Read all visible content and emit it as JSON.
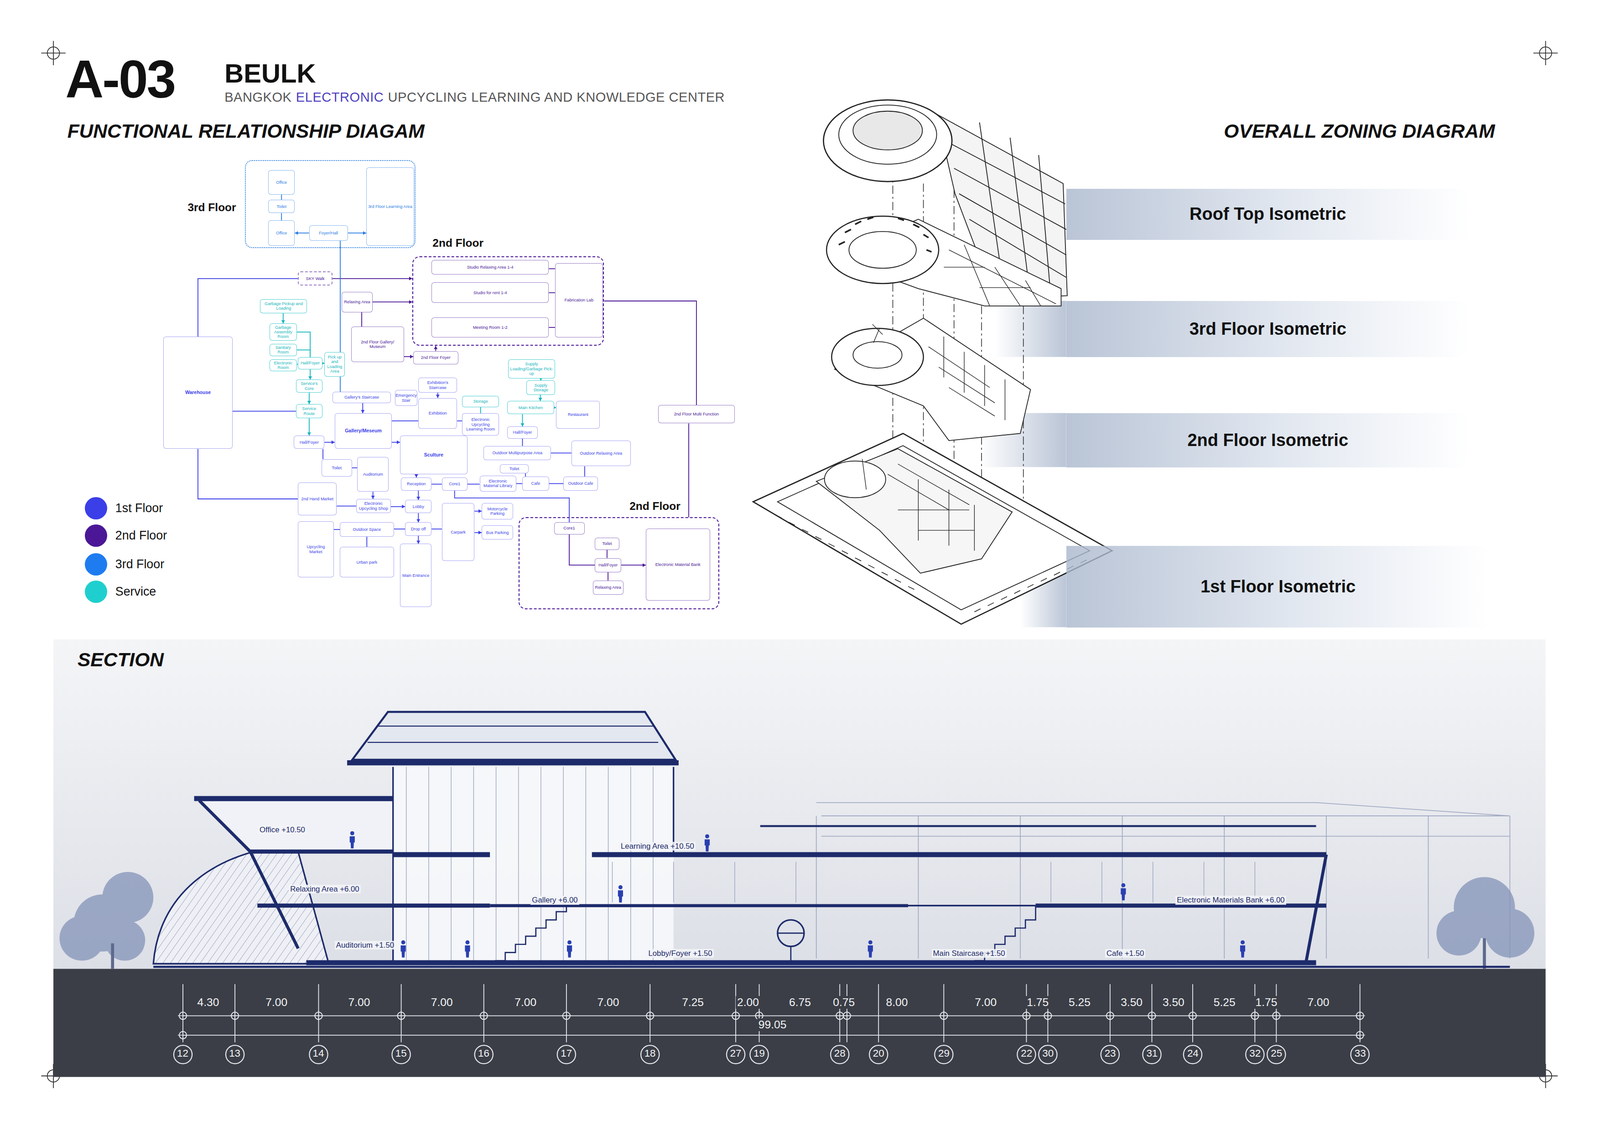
{
  "diagram": {
    "title": "A-03",
    "nodes": [
      {
        "text": [
          "3rd Floor"
        ]
      },
      {
        "text": [
          "Office"
        ],
        "in": 0
      },
      {
        "text": [
          "Toilet"
        ],
        "in": 0
      },
      {
        "text": [
          "Office"
        ],
        "in": 0
      },
      {
        "text": [
          "Foyer/Hall"
        ],
        "in": 0
      },
      {
        "text": [
          "3rd Floor Learning Area"
        ],
        "in": 0
      },
      {
        "text": [
          "2nd Floor"
        ]
      },
      {
        "text": [
          "Studio Relaxing Area 1-4"
        ],
        "in": 6
      },
      {
        "text": [
          "Studio for rent 1-4"
        ],
        "in": 6
      },
      {
        "text": [
          "Meeting Room 1-2"
        ],
        "in": 6
      },
      {
        "text": [
          "Fabrication Lab"
        ],
        "in": 6
      },
      {
        "text": [
          "SKY Walk"
        ]
      },
      {
        "text": [
          "Relaxing Area"
        ]
      },
      {
        "text": [
          "Garbage Pickup and Loading"
        ]
      },
      {
        "text": [
          "Garbage Assembly Room"
        ]
      },
      {
        "text": [
          "2nd Floor Gallery/ Museum"
        ]
      },
      {
        "text": [
          "Sanitary Room"
        ]
      },
      {
        "text": [
          "Hall/Foyer"
        ]
      },
      {
        "text": [
          "Pick up and Loading Area"
        ]
      },
      {
        "text": [
          "2nd Floor Foyer"
        ]
      },
      {
        "text": [
          "Electronic Room"
        ]
      },
      {
        "text": [
          "Supply Loading/Garbage Pick-up"
        ]
      },
      {
        "text": [
          "Service's Core"
        ]
      },
      {
        "text": [
          "Exhibition's Staircase"
        ]
      },
      {
        "text": [
          "Supply Storage"
        ]
      },
      {
        "text": [
          "Warehouse"
        ]
      },
      {
        "text": [
          "Gallery's Staircase"
        ]
      },
      {
        "text": [
          "Emergency Stair"
        ]
      },
      {
        "text": [
          "Storage"
        ]
      },
      {
        "text": [
          "Exhibition"
        ]
      },
      {
        "text": [
          "Main Kitchen"
        ]
      },
      {
        "text": [
          "Restaurant"
        ]
      },
      {
        "text": [
          "2nd Floor Multi Function"
        ]
      },
      {
        "text": [
          "Service Route"
        ]
      },
      {
        "text": [
          "Gallery/Meseum"
        ]
      },
      {
        "text": [
          "Electronic Upcycling Learning Room"
        ]
      },
      {
        "text": [
          "Hall/Foyer"
        ]
      },
      {
        "text": [
          "Hall/Foyer"
        ]
      },
      {
        "text": [
          "Sculture"
        ]
      },
      {
        "text": [
          "Outdoor Multipurpose Area"
        ]
      },
      {
        "text": [
          "Outdoor Relaxing Area"
        ]
      },
      {
        "text": [
          "Toilet"
        ]
      },
      {
        "text": [
          "Auditorium"
        ]
      },
      {
        "text": [
          "Toilet"
        ]
      },
      {
        "text": [
          "Reception"
        ]
      },
      {
        "text": [
          "Core1"
        ]
      },
      {
        "text": [
          "Electronic Material Library"
        ]
      },
      {
        "text": [
          "Cafe"
        ]
      },
      {
        "text": [
          "Outdoor Cafe"
        ]
      },
      {
        "text": [
          "2nd Hand Market"
        ]
      },
      {
        "text": [
          "Electronic Upcycling Shop"
        ]
      },
      {
        "text": [
          "Lobby"
        ]
      },
      {
        "text": [
          "Motorcycle Parking"
        ]
      },
      {
        "text": [
          "2nd Floor"
        ]
      },
      {
        "text": [
          "Core1"
        ],
        "in": 53
      },
      {
        "text": [
          "Toilet"
        ],
        "in": 53
      },
      {
        "text": [
          "Hall/Foyer"
        ],
        "in": 53
      },
      {
        "text": [
          "Electronic Material Bank"
        ],
        "in": 53
      },
      {
        "text": [
          "Relaxing Area"
        ],
        "in": 53
      },
      {
        "text": [
          "Outdoor Space"
        ]
      },
      {
        "text": [
          "Drop off"
        ]
      },
      {
        "text": [
          "Carpark"
        ]
      },
      {
        "text": [
          "Bus Parking"
        ]
      },
      {
        "text": [
          "Upcycling Market"
        ]
      },
      {
        "text": [
          "Urban park"
        ]
      },
      {
        "text": [
          "Main Entrance"
        ]
      },
      {
        "text": [
          "Roof Top Isometric"
        ]
      },
      {
        "text": [
          "3rd Floor Isometric"
        ]
      },
      {
        "text": [
          "2nd Floor Isometric"
        ]
      },
      {
        "text": [
          "1st Floor Isometric"
        ]
      }
    ],
    "edges": [
      {
        "from": 1,
        "to": 2,
        "arrow": "none"
      },
      {
        "from": 2,
        "to": 3,
        "arrow": "none"
      },
      {
        "from": 4,
        "to": 3,
        "arrow": "to"
      },
      {
        "from": 4,
        "to": 5,
        "arrow": "to"
      },
      {
        "from": 25,
        "to": 11,
        "arrow": "none"
      },
      {
        "from": 11,
        "to": 6,
        "arrow": "to"
      },
      {
        "from": 12,
        "to": 6,
        "arrow": "to"
      },
      {
        "from": 12,
        "to": 15,
        "arrow": "none"
      },
      {
        "from": 15,
        "to": 19,
        "arrow": "to"
      },
      {
        "from": 4,
        "to": 26,
        "arrow": "none"
      },
      {
        "from": 6,
        "to": 32,
        "arrow": "none"
      },
      {
        "from": 32,
        "to": 53,
        "arrow": "none"
      },
      {
        "from": 7,
        "to": 10,
        "arrow": "none"
      },
      {
        "from": 8,
        "to": 10,
        "arrow": "none"
      },
      {
        "from": 9,
        "to": 10,
        "arrow": "none"
      },
      {
        "from": 13,
        "to": 14,
        "arrow": "to"
      },
      {
        "from": 14,
        "to": 17,
        "arrow": "none"
      },
      {
        "from": 16,
        "to": 17,
        "arrow": "none"
      },
      {
        "from": 20,
        "to": 17,
        "arrow": "none"
      },
      {
        "from": 17,
        "to": 18,
        "arrow": "to"
      },
      {
        "from": 17,
        "to": 22,
        "arrow": "to"
      },
      {
        "from": 22,
        "to": 33,
        "arrow": "to"
      },
      {
        "from": 33,
        "to": 37,
        "arrow": "to"
      },
      {
        "from": 25,
        "to": 33,
        "arrow": "none"
      },
      {
        "from": 25,
        "to": 49,
        "arrow": "none"
      },
      {
        "from": 37,
        "to": 34,
        "arrow": "to"
      },
      {
        "from": 26,
        "to": 34,
        "arrow": "to"
      },
      {
        "from": 23,
        "to": 29,
        "arrow": "to"
      },
      {
        "from": 29,
        "to": 34,
        "arrow": "none"
      },
      {
        "from": 29,
        "to": 35,
        "arrow": "none"
      },
      {
        "from": 28,
        "to": 35,
        "arrow": "none"
      },
      {
        "from": 21,
        "to": 24,
        "arrow": "to"
      },
      {
        "from": 24,
        "to": 30,
        "arrow": "to"
      },
      {
        "from": 30,
        "to": 31,
        "arrow": "to"
      },
      {
        "from": 30,
        "to": 36,
        "arrow": "to"
      },
      {
        "from": 36,
        "to": 39,
        "arrow": "none"
      },
      {
        "from": 34,
        "to": 38,
        "arrow": "to"
      },
      {
        "from": 38,
        "to": 44,
        "arrow": "to"
      },
      {
        "from": 44,
        "to": 45,
        "arrow": "none"
      },
      {
        "from": 45,
        "to": 46,
        "arrow": "none"
      },
      {
        "from": 46,
        "to": 47,
        "arrow": "none"
      },
      {
        "from": 47,
        "to": 48,
        "arrow": "none"
      },
      {
        "from": 43,
        "to": 47,
        "arrow": "none"
      },
      {
        "from": 39,
        "to": 40,
        "arrow": "none"
      },
      {
        "from": 41,
        "to": 42,
        "arrow": "none"
      },
      {
        "from": 42,
        "to": 50,
        "arrow": "to"
      },
      {
        "from": 49,
        "to": 50,
        "arrow": "none"
      },
      {
        "from": 50,
        "to": 51,
        "arrow": "to"
      },
      {
        "from": 44,
        "to": 51,
        "arrow": "to"
      },
      {
        "from": 51,
        "to": 60,
        "arrow": "to"
      },
      {
        "from": 60,
        "to": 65,
        "arrow": "to"
      },
      {
        "from": 60,
        "to": 59,
        "arrow": "none"
      },
      {
        "from": 59,
        "to": 64,
        "arrow": "none"
      },
      {
        "from": 63,
        "to": 59,
        "arrow": "none"
      },
      {
        "from": 60,
        "to": 61,
        "arrow": "none"
      },
      {
        "from": 61,
        "to": 52,
        "arrow": "to"
      },
      {
        "from": 61,
        "to": 62,
        "arrow": "to"
      },
      {
        "from": 45,
        "to": 54,
        "arrow": "none"
      },
      {
        "from": 54,
        "to": 56,
        "arrow": "none"
      },
      {
        "from": 55,
        "to": 56,
        "arrow": "none"
      },
      {
        "from": 56,
        "to": 57,
        "arrow": "to"
      },
      {
        "from": 56,
        "to": 58,
        "arrow": "none"
      },
      {
        "from": 19,
        "to": 6,
        "arrow": "to"
      },
      {
        "from": 37,
        "to": 41,
        "arrow": "none"
      },
      {
        "from": 48,
        "to": 40,
        "arrow": "none"
      }
    ],
    "labels": [
      "BEULK",
      "BANGKOK",
      "ELECTRONIC",
      "UPCYCLING LEARNING AND KNOWLEDGE CENTER",
      "FUNCTIONAL RELATIONSHIP DIAGAM",
      "OVERALL ZONING DIAGRAM",
      "SECTION",
      "Office +10.50",
      "Learning Area +10.50",
      "Relaxing Area +6.00",
      "Gallery +6.00",
      "Electronic Materials Bank +6.00",
      "Auditorium +1.50",
      "Lobby/Foyer +1.50",
      "Main Staircase +1.50",
      "Cafe +1.50",
      "4.30",
      "7.00",
      "7.00",
      "7.00",
      "7.00",
      "7.00",
      "7.25",
      "2.00",
      "6.75",
      "0.75",
      "8.00",
      "7.00",
      "1.75",
      "5.25",
      "3.50",
      "3.50",
      "5.25",
      "1.75",
      "7.00",
      "99.05",
      "12",
      "13",
      "14",
      "15",
      "16",
      "17",
      "18",
      "27",
      "19",
      "28",
      "20",
      "29",
      "22",
      "30",
      "23",
      "31",
      "24",
      "32",
      "25",
      "33"
    ],
    "legend": [
      {
        "text": "1st Floor",
        "color": "#3b3fe8"
      },
      {
        "text": "2nd Floor",
        "color": "#4b1797"
      },
      {
        "text": "3rd Floor",
        "color": "#1e7cf0"
      },
      {
        "text": "Service",
        "color": "#1fcfcf"
      }
    ]
  }
}
